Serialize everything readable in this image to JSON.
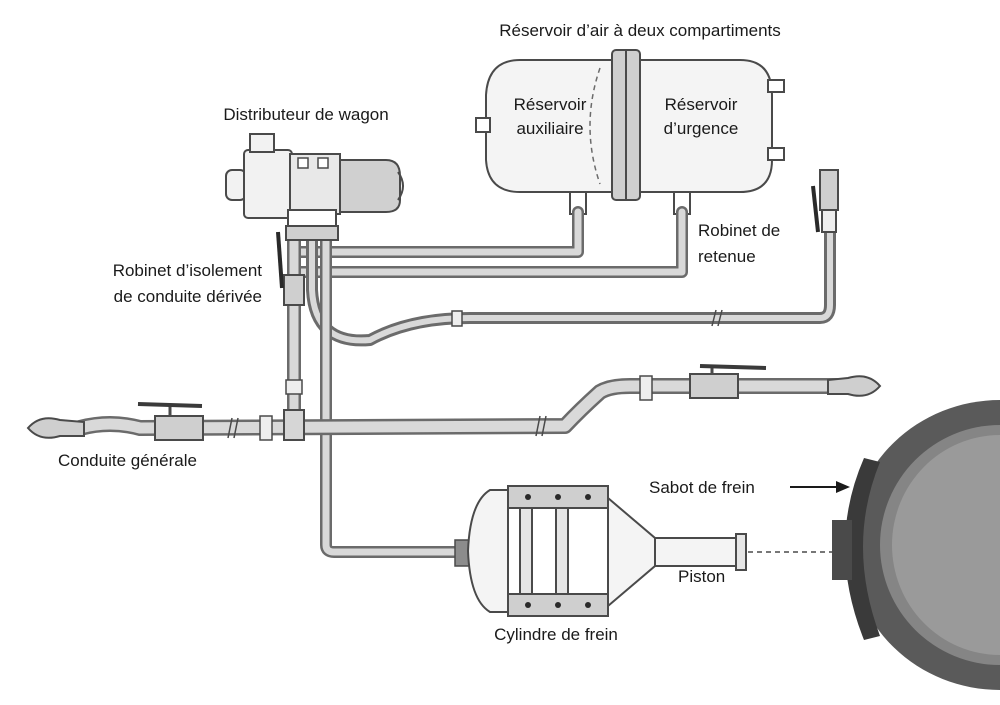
{
  "labels": {
    "reservoir_title": "Réservoir d’air à deux compartiments",
    "aux_line1": "Réservoir",
    "aux_line2": "auxiliaire",
    "urg_line1": "Réservoir",
    "urg_line2": "d’urgence",
    "distributeur": "Distributeur de wagon",
    "robinet_retenue_line1": "Robinet de",
    "robinet_retenue_line2": "retenue",
    "robinet_isolement_line1": "Robinet d’isolement",
    "robinet_isolement_line2": "de conduite dérivée",
    "conduite_generale": "Conduite générale",
    "sabot": "Sabot de frein",
    "piston": "Piston",
    "cylindre": "Cylindre de frein"
  },
  "colors": {
    "stroke": "#4a4a4a",
    "pipe_dark": "#6b6b6b",
    "pipe_light": "#d9d9d9",
    "metal_light": "#f2f2f2",
    "wheel_dark": "#5a5a5a",
    "wheel_mid": "#8c8c8c"
  }
}
